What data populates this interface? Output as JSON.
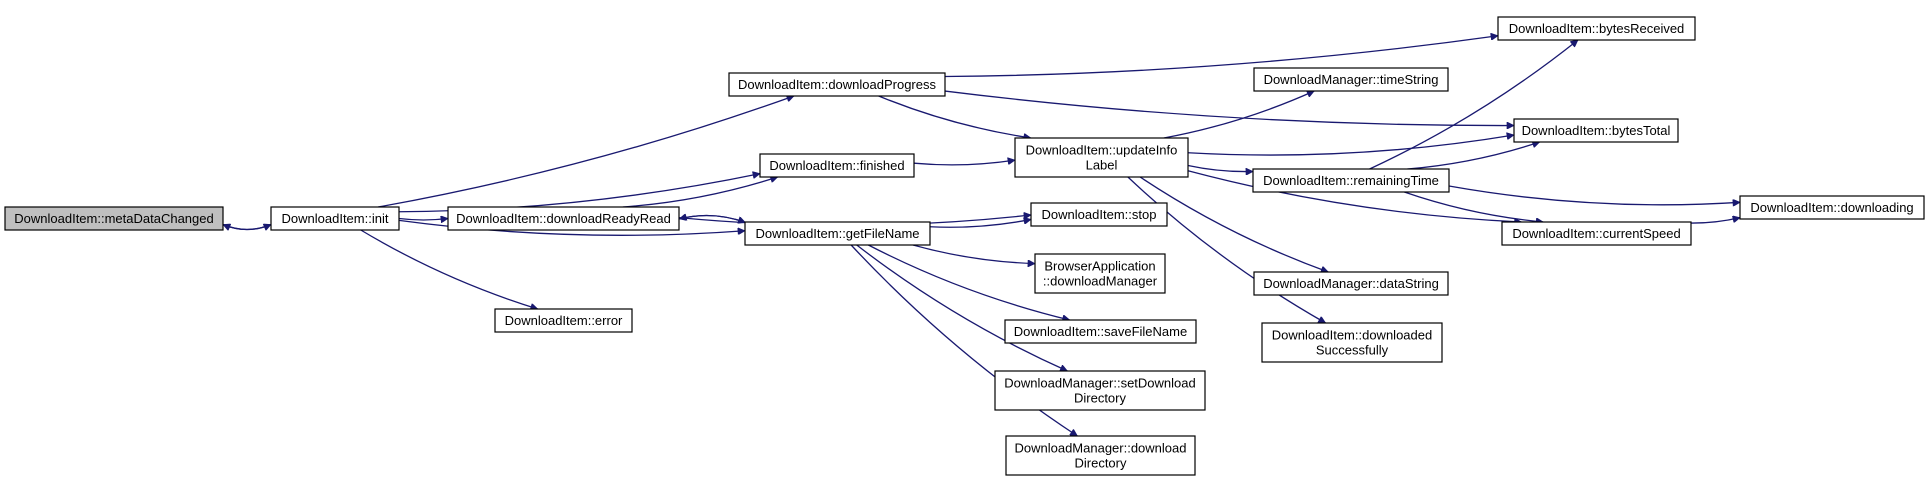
{
  "colors": {
    "edge": "#191970",
    "node_fill": "#ffffff",
    "highlight_fill": "#bfbfbf",
    "border": "#000000"
  },
  "nodes": [
    {
      "id": "metaDataChanged",
      "lines": [
        "DownloadItem::metaDataChanged"
      ],
      "highlight": true
    },
    {
      "id": "init",
      "lines": [
        "DownloadItem::init"
      ]
    },
    {
      "id": "downloadProgress",
      "lines": [
        "DownloadItem::downloadProgress"
      ]
    },
    {
      "id": "finished",
      "lines": [
        "DownloadItem::finished"
      ]
    },
    {
      "id": "downloadReadyRead",
      "lines": [
        "DownloadItem::downloadReadyRead"
      ]
    },
    {
      "id": "getFileName",
      "lines": [
        "DownloadItem::getFileName"
      ]
    },
    {
      "id": "error",
      "lines": [
        "DownloadItem::error"
      ]
    },
    {
      "id": "updateInfoLabel",
      "lines": [
        "DownloadItem::updateInfo",
        "Label"
      ]
    },
    {
      "id": "stop",
      "lines": [
        "DownloadItem::stop"
      ]
    },
    {
      "id": "browserDownloadManager",
      "lines": [
        "BrowserApplication",
        "::downloadManager"
      ]
    },
    {
      "id": "saveFileName",
      "lines": [
        "DownloadItem::saveFileName"
      ]
    },
    {
      "id": "setDownloadDirectory",
      "lines": [
        "DownloadManager::setDownload",
        "Directory"
      ]
    },
    {
      "id": "downloadDirectory",
      "lines": [
        "DownloadManager::download",
        "Directory"
      ]
    },
    {
      "id": "timeString",
      "lines": [
        "DownloadManager::timeString"
      ]
    },
    {
      "id": "remainingTime",
      "lines": [
        "DownloadItem::remainingTime"
      ]
    },
    {
      "id": "dataString",
      "lines": [
        "DownloadManager::dataString"
      ]
    },
    {
      "id": "downloadedSuccessfully",
      "lines": [
        "DownloadItem::downloaded",
        "Successfully"
      ]
    },
    {
      "id": "bytesReceived",
      "lines": [
        "DownloadItem::bytesReceived"
      ]
    },
    {
      "id": "bytesTotal",
      "lines": [
        "DownloadItem::bytesTotal"
      ]
    },
    {
      "id": "currentSpeed",
      "lines": [
        "DownloadItem::currentSpeed"
      ]
    },
    {
      "id": "downloading",
      "lines": [
        "DownloadItem::downloading"
      ]
    }
  ],
  "edges": [
    {
      "from": "init",
      "to": "metaDataChanged"
    },
    {
      "from": "metaDataChanged",
      "to": "init"
    },
    {
      "from": "init",
      "to": "downloadProgress"
    },
    {
      "from": "init",
      "to": "finished"
    },
    {
      "from": "init",
      "to": "downloadReadyRead"
    },
    {
      "from": "init",
      "to": "getFileName"
    },
    {
      "from": "init",
      "to": "error"
    },
    {
      "from": "downloadReadyRead",
      "to": "finished"
    },
    {
      "from": "downloadReadyRead",
      "to": "stop"
    },
    {
      "from": "downloadReadyRead",
      "to": "getFileName"
    },
    {
      "from": "getFileName",
      "to": "downloadReadyRead"
    },
    {
      "from": "getFileName",
      "to": "stop"
    },
    {
      "from": "getFileName",
      "to": "browserDownloadManager"
    },
    {
      "from": "getFileName",
      "to": "saveFileName"
    },
    {
      "from": "getFileName",
      "to": "setDownloadDirectory"
    },
    {
      "from": "getFileName",
      "to": "downloadDirectory"
    },
    {
      "from": "downloadProgress",
      "to": "updateInfoLabel"
    },
    {
      "from": "downloadProgress",
      "to": "bytesReceived"
    },
    {
      "from": "downloadProgress",
      "to": "bytesTotal"
    },
    {
      "from": "finished",
      "to": "updateInfoLabel"
    },
    {
      "from": "updateInfoLabel",
      "to": "timeString"
    },
    {
      "from": "updateInfoLabel",
      "to": "bytesTotal"
    },
    {
      "from": "updateInfoLabel",
      "to": "remainingTime"
    },
    {
      "from": "updateInfoLabel",
      "to": "currentSpeed"
    },
    {
      "from": "updateInfoLabel",
      "to": "dataString"
    },
    {
      "from": "updateInfoLabel",
      "to": "downloadedSuccessfully"
    },
    {
      "from": "remainingTime",
      "to": "bytesReceived"
    },
    {
      "from": "remainingTime",
      "to": "bytesTotal"
    },
    {
      "from": "remainingTime",
      "to": "currentSpeed"
    },
    {
      "from": "remainingTime",
      "to": "downloading"
    },
    {
      "from": "currentSpeed",
      "to": "downloading"
    }
  ]
}
